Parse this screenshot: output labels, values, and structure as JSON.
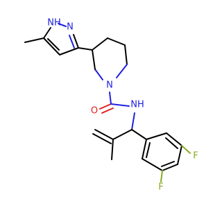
{
  "molecule": {
    "atoms": {
      "nh_pyrazole": "NH",
      "n_pyrazole": "N",
      "n_piperidine": "N",
      "o_carbonyl": "O",
      "nh_amide": "NH",
      "h_amide": "H",
      "f_meta": "F",
      "f_para": "F"
    },
    "colors": {
      "carbon": "#000000",
      "nitrogen": "#1f1fe0",
      "oxygen": "#e01f1f",
      "fluorine": "#88aa22",
      "background": "#ffffff"
    }
  }
}
